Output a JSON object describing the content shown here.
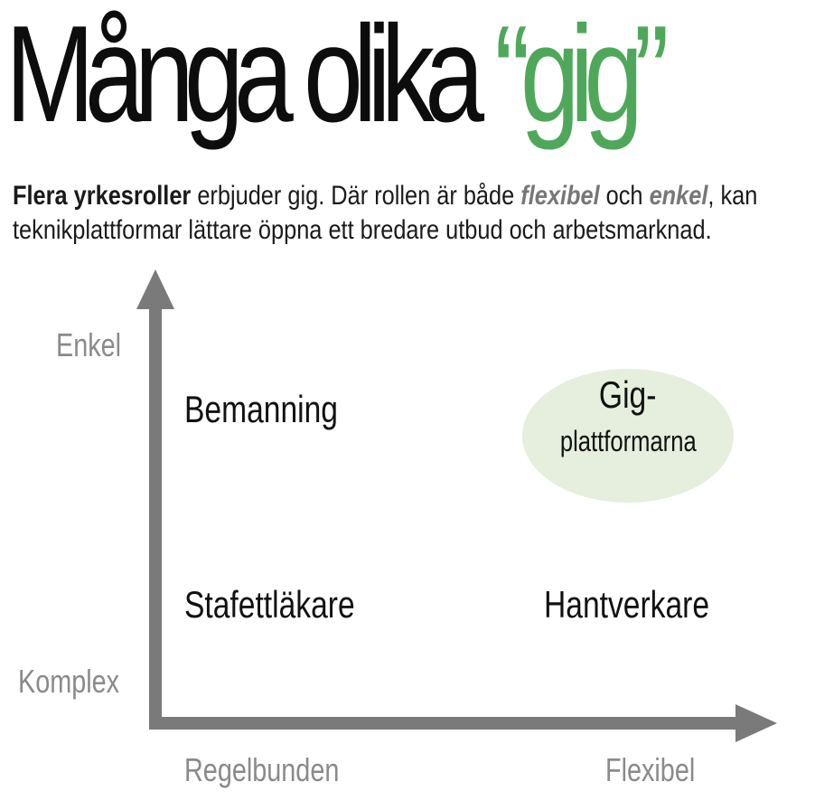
{
  "title": {
    "main": "Många olika ",
    "accent": "“gig”"
  },
  "lead": {
    "bold": "Flera yrkesroller",
    "part1": " erbjuder gig. Där rollen är både ",
    "em1": "flexibel",
    "part2": " och ",
    "em2": "enkel",
    "part3": ", kan teknikplattformar lättare öppna ett bredare utbud och arbetsmarknad."
  },
  "axes": {
    "y_top": "Enkel",
    "y_bottom": "Komplex",
    "x_left": "Regelbunden",
    "x_right": "Flexibel"
  },
  "quadrants": {
    "top_left": "Bemanning",
    "bottom_left": "Stafettläkare",
    "bottom_right": "Hantverkare",
    "top_right_line1": "Gig-",
    "top_right_line2": "plattformarna"
  },
  "colors": {
    "accent": "#4fa85a",
    "axis": "#7a7a7a",
    "bubble": "#e6eedd",
    "axis_label": "#8a8a8a"
  }
}
